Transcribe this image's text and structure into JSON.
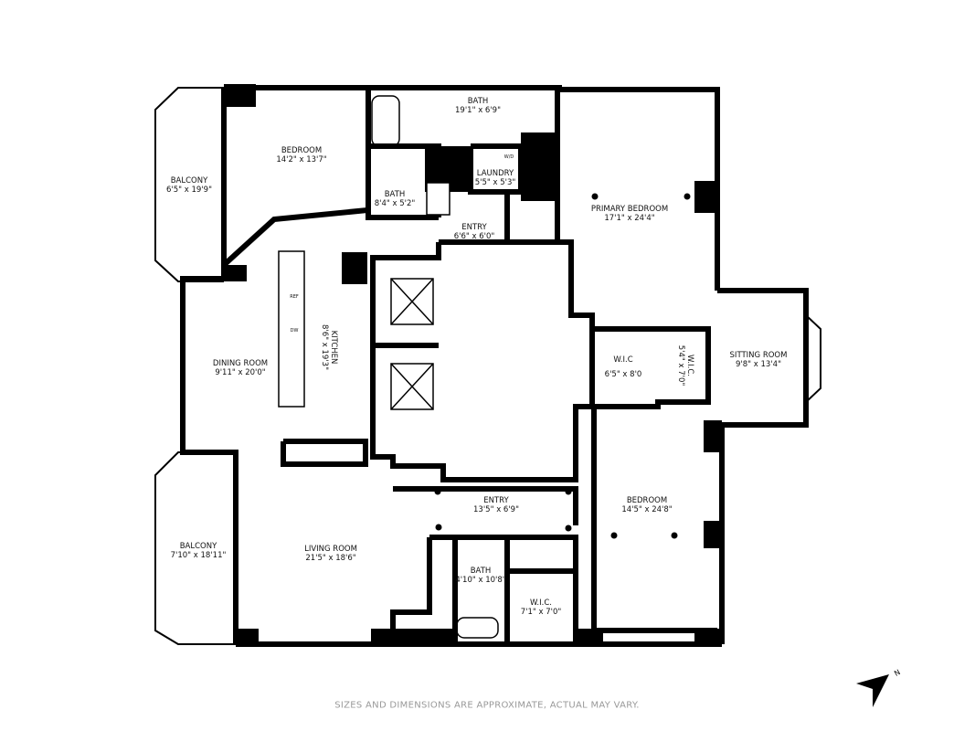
{
  "rooms": [
    {
      "name": "BALCONY",
      "dims": "6'5\" x 19'9\""
    },
    {
      "name": "BEDROOM",
      "dims": "14'2\" x 13'7\""
    },
    {
      "name": "BATH",
      "dims": "19'1\" x 6'9\""
    },
    {
      "name": "BATH",
      "dims": "8'4\" x 5'2\""
    },
    {
      "name": "LAUNDRY",
      "dims": "5'5\" x 5'3\""
    },
    {
      "name": "ENTRY",
      "dims": "6'6\" x 6'0\""
    },
    {
      "name": "PRIMARY BEDROOM",
      "dims": "17'1\" x 24'4\""
    },
    {
      "name": "DINING ROOM",
      "dims": "9'11\" x 20'0\""
    },
    {
      "name": "KITCHEN",
      "dims": "8'6\" x 19'3\""
    },
    {
      "name": "W.I.C",
      "dims": "6'5\" x 8'0"
    },
    {
      "name": "W.I.C.",
      "dims": "5'4\" x 7'0\""
    },
    {
      "name": "SITTING ROOM",
      "dims": "9'8\" x 13'4\""
    },
    {
      "name": "BALCONY",
      "dims": "7'10\" x 18'11\""
    },
    {
      "name": "LIVING ROOM",
      "dims": "21'5\" x 18'6\""
    },
    {
      "name": "ENTRY",
      "dims": "13'5\" x 6'9\""
    },
    {
      "name": "BEDROOM",
      "dims": "14'5\" x 24'8\""
    },
    {
      "name": "BATH",
      "dims": "4'10\" x 10'8\""
    },
    {
      "name": "W.I.C.",
      "dims": "7'1\" x 7'0\""
    }
  ],
  "fixtures": {
    "ref": "REF",
    "dw": "DW",
    "wd": "W/D"
  },
  "compass": {
    "label": "N",
    "icon": "north-arrow-icon"
  },
  "disclaimer": "SIZES AND DIMENSIONS ARE APPROXIMATE, ACTUAL MAY VARY.",
  "colors": {
    "wall": "#000000",
    "background": "#ffffff",
    "disclaimer": "#999999"
  }
}
